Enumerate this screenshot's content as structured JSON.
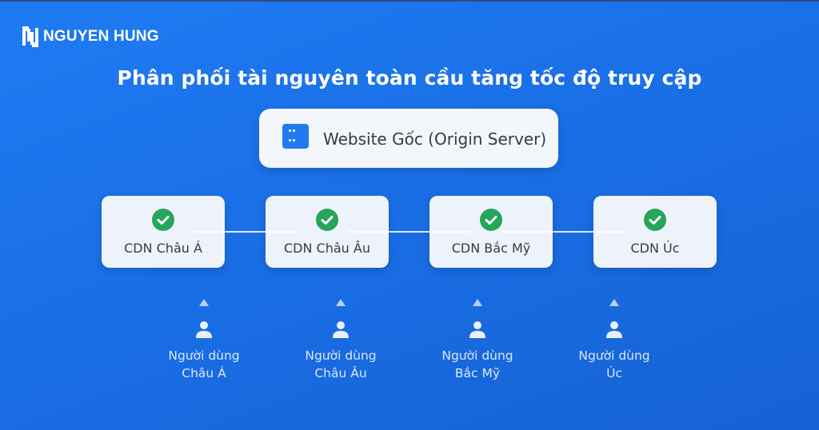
{
  "brand": {
    "logo_text": "NGUYEN HUNG",
    "logo_icon": "nh-monogram-icon"
  },
  "title": "Phân phối tài nguyên toàn cầu tăng tốc độ truy cập",
  "origin": {
    "label": "Website Gốc (Origin Server)",
    "icon": "server-grid-icon"
  },
  "cdn_nodes": [
    {
      "label": "CDN Châu Á",
      "status": "check-circle-icon"
    },
    {
      "label": "CDN Châu Âu",
      "status": "check-circle-icon"
    },
    {
      "label": "CDN Bắc Mỹ",
      "status": "check-circle-icon"
    },
    {
      "label": "CDN Úc",
      "status": "check-circle-icon"
    }
  ],
  "users": [
    {
      "line1": "Người dùng",
      "line2": "Châu Á"
    },
    {
      "line1": "Người dùng",
      "line2": "Châu Âu"
    },
    {
      "line1": "Người dùng",
      "line2": "Bắc Mỹ"
    },
    {
      "line1": "Người dùng",
      "line2": "Úc"
    }
  ],
  "colors": {
    "background": "#1a6fe6",
    "card": "#eef3fb",
    "accent": "#2379f0",
    "check": "#27a55a",
    "text_dark": "#343b46"
  }
}
